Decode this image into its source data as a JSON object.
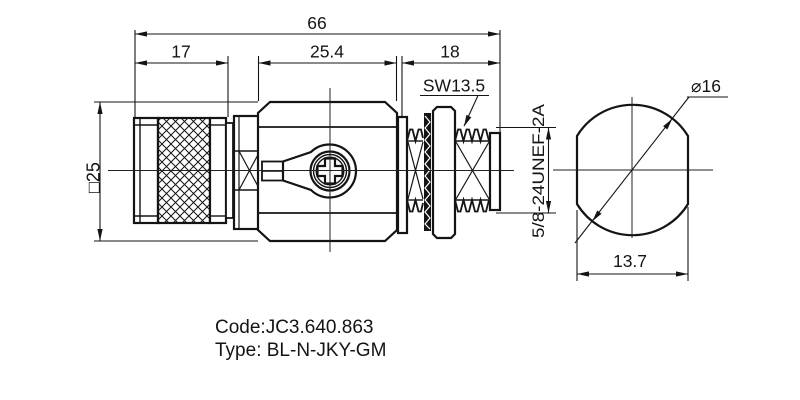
{
  "drawing": {
    "dimensions": {
      "overall_length": "66",
      "coupling_nut_length": "17",
      "body_length": "25.4",
      "rear_length": "18",
      "wrench_size": "SW13.5",
      "body_square": "□25",
      "mount_thread": "5/8-24UNEF-2A",
      "end_diameter": "⌀16",
      "across_flats": "13.7"
    },
    "notes": {
      "code": "Code:JC3.640.863",
      "type": "Type: BL-N-JKY-GM"
    }
  }
}
